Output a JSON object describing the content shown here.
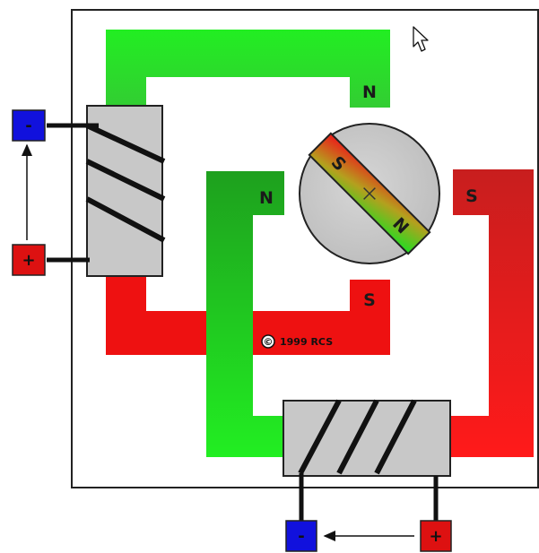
{
  "diagram": {
    "colors": {
      "north": "#22dd22",
      "south": "#ee1111",
      "coil": "#c8c8c8",
      "negative_terminal": "#1111dd",
      "positive_terminal": "#dd1111",
      "frame_border": "#222222"
    },
    "stator_poles": {
      "top_right": "N",
      "inner_top": "N",
      "inner_bottom": "S",
      "right": "S"
    },
    "rotor": {
      "north_label": "N",
      "south_label": "S"
    },
    "coil_a": {
      "negative_label": "-",
      "positive_label": "+"
    },
    "coil_b": {
      "negative_label": "-",
      "positive_label": "+"
    },
    "copyright": {
      "symbol": "©",
      "text": "1999 RCS"
    },
    "icons": {
      "cursor": "mouse-pointer-icon"
    }
  }
}
